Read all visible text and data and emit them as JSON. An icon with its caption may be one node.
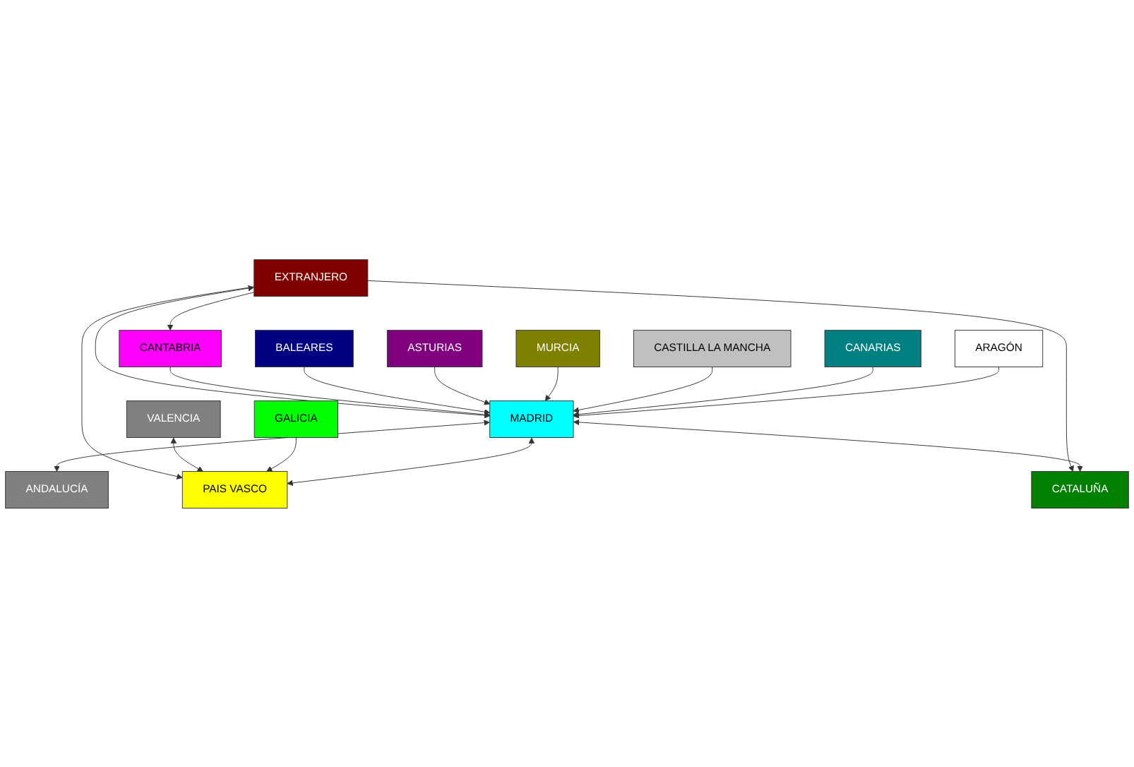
{
  "diagram": {
    "nodes": [
      {
        "text": [
          "EXTRANJERO"
        ]
      },
      {
        "text": [
          "CANTABRIA"
        ]
      },
      {
        "text": [
          "ANDALUCÍA"
        ]
      },
      {
        "text": [
          "VALENCIA"
        ]
      },
      {
        "text": [
          "PAIS VASCO"
        ]
      },
      {
        "text": [
          "MADRID"
        ]
      },
      {
        "text": [
          "CATALUÑA"
        ]
      },
      {
        "text": [
          "GALICIA"
        ]
      },
      {
        "text": [
          "BALEARES"
        ]
      },
      {
        "text": [
          "ARAGÓN"
        ]
      },
      {
        "text": [
          "ASTURIAS"
        ]
      },
      {
        "text": [
          "CANARIAS"
        ]
      },
      {
        "text": [
          "MURCIA"
        ]
      },
      {
        "text": [
          "CASTILLA LA MANCHA"
        ]
      }
    ],
    "edges": [
      {
        "from": 0,
        "to": 1,
        "arrow": "to"
      },
      {
        "from": 0,
        "to": 4,
        "arrow": "to"
      },
      {
        "from": 0,
        "to": 5,
        "arrow": "both"
      },
      {
        "from": 0,
        "to": 6,
        "arrow": "to"
      },
      {
        "from": 1,
        "to": 5,
        "arrow": "to"
      },
      {
        "from": 5,
        "to": 2,
        "arrow": "both"
      },
      {
        "from": 3,
        "to": 4,
        "arrow": "both"
      },
      {
        "from": 7,
        "to": 4,
        "arrow": "to"
      },
      {
        "from": 5,
        "to": 4,
        "arrow": "both"
      },
      {
        "from": 5,
        "to": 6,
        "arrow": "both"
      },
      {
        "from": 8,
        "to": 5,
        "arrow": "to"
      },
      {
        "from": 10,
        "to": 5,
        "arrow": "to"
      },
      {
        "from": 12,
        "to": 5,
        "arrow": "to"
      },
      {
        "from": 13,
        "to": 5,
        "arrow": "to"
      },
      {
        "from": 11,
        "to": 5,
        "arrow": "to"
      },
      {
        "from": 9,
        "to": 5,
        "arrow": "to"
      }
    ]
  }
}
